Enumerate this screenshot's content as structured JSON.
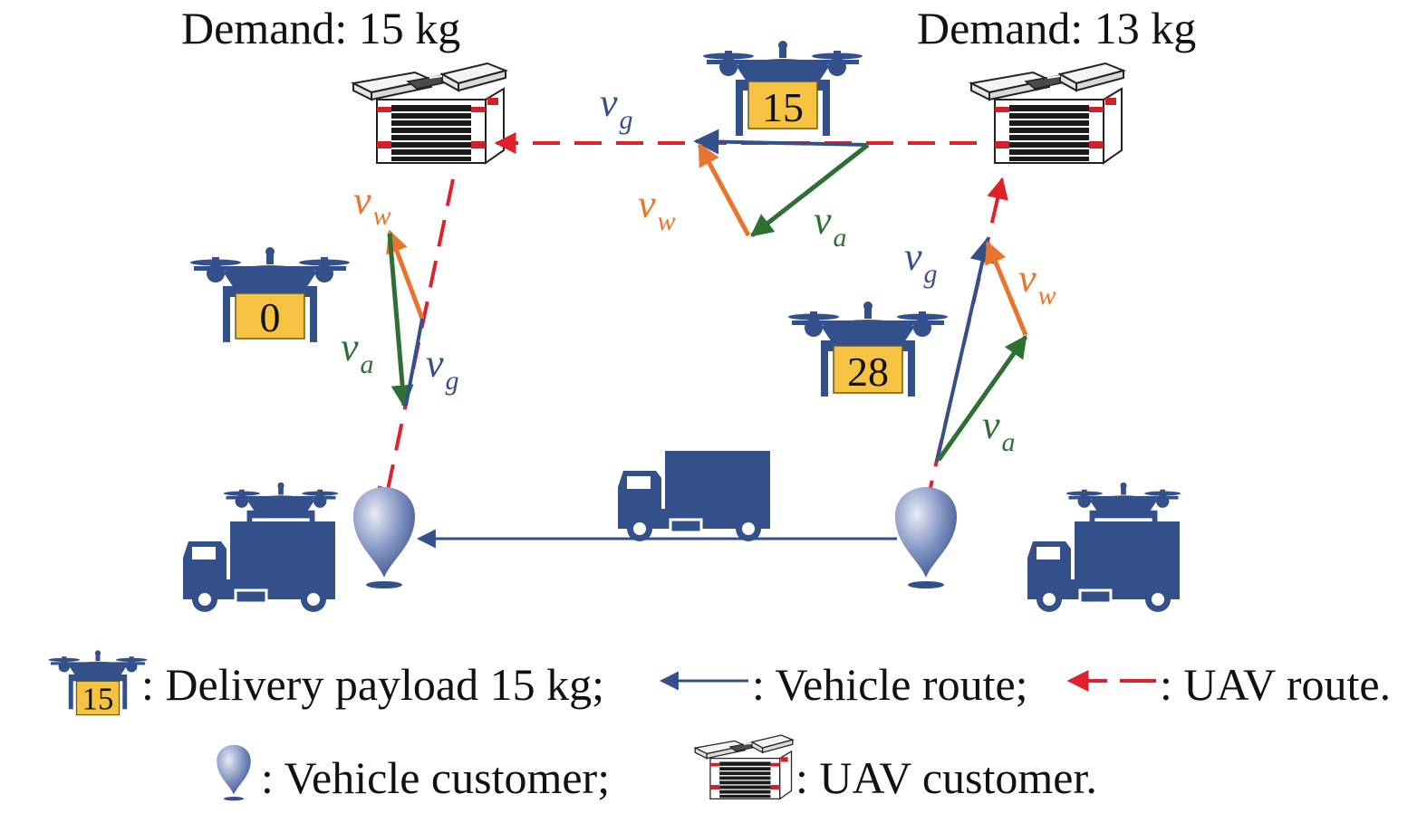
{
  "demands": {
    "left": "Demand: 15 kg",
    "right": "Demand: 13 kg"
  },
  "payloads": {
    "top": "15",
    "left": "0",
    "right": "28",
    "legend": "15"
  },
  "velocity": {
    "v": "v",
    "sub_g": "g",
    "sub_w": "w",
    "sub_a": "a"
  },
  "legend": {
    "payload_text": ": Delivery payload 15 kg;",
    "vehicle_route_text": ": Vehicle route;",
    "uav_route_text": ": UAV route.",
    "vehicle_customer_text": ": Vehicle customer;",
    "uav_customer_text": ": UAV customer."
  },
  "colors": {
    "navy": "#34508a",
    "red": "#e0202a",
    "orange": "#e8742e",
    "green": "#2e7033",
    "payload_fill": "#f5c242"
  }
}
